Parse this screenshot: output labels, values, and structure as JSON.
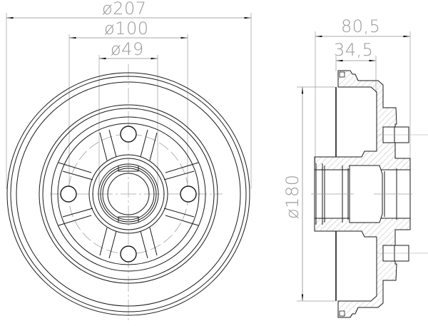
{
  "drawing": {
    "subject": "brake drum technical drawing",
    "colors": {
      "outline": "#1a1a1a",
      "dimension": "#8c8c8c",
      "centerline": "#a0a0a0",
      "hatch": "#9a9a9a",
      "background": "#ffffff"
    }
  },
  "front_view": {
    "dimensions": {
      "outer_diameter": "ø207",
      "bolt_circle": "ø100",
      "center_bore": "ø49"
    },
    "bolt_holes": 4,
    "spokes": 6
  },
  "side_view": {
    "dimensions": {
      "overall_width": "80,5",
      "hub_width": "34,5",
      "braking_diameter": "ø180"
    },
    "studs": 2
  }
}
